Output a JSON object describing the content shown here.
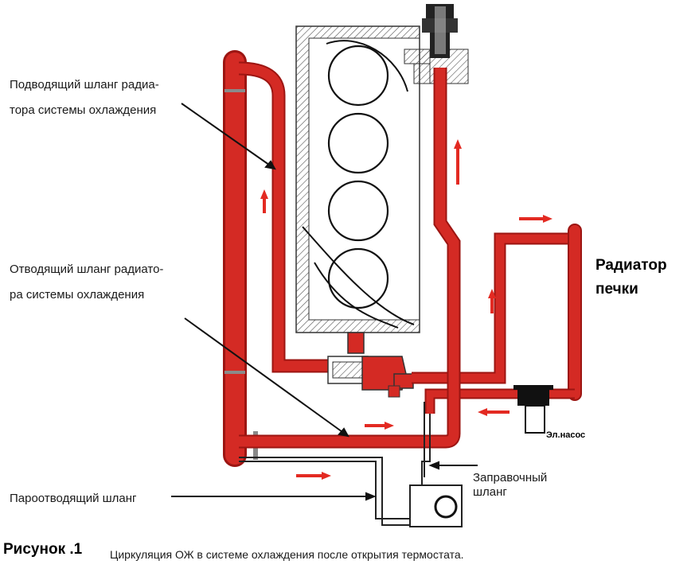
{
  "labels": {
    "supply_hose": [
      "Подводящий шланг радиа-",
      "тора системы охлаждения"
    ],
    "return_hose": [
      "Отводящий шланг радиато-",
      "ра системы охлаждения"
    ],
    "heater_radiator": [
      "Радиатор",
      "печки"
    ],
    "electric_pump": "Эл.насос",
    "filler_hose": [
      "Заправочный",
      "шланг"
    ],
    "vapor_hose": "Пароотводящий шланг"
  },
  "caption": {
    "title": "Рисунок .1",
    "text": "Циркуляция ОЖ в системе охлаждения после открытия термостата."
  },
  "colors": {
    "coolant": "#d42a24",
    "coolant_dark": "#9c1512",
    "line": "#1a1a1a",
    "hatch": "#555555"
  },
  "icons": [
    "flow-arrow-icon",
    "electric-pump-icon",
    "thermostat-icon",
    "expansion-tank-icon",
    "cylinder-icon"
  ]
}
